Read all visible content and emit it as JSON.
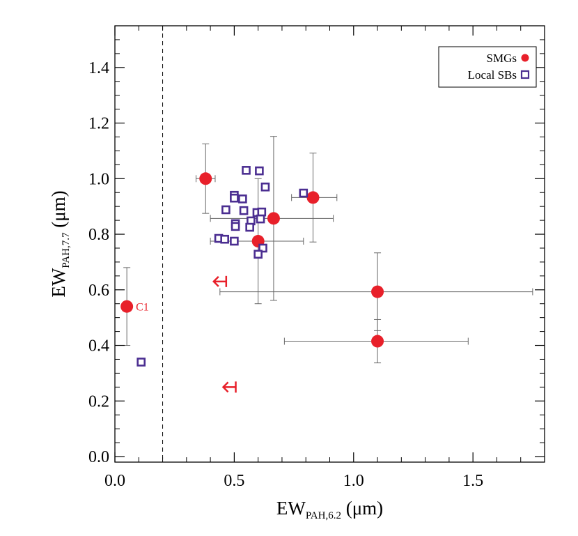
{
  "chart_data": {
    "type": "scatter",
    "xlabel": {
      "main": "EW",
      "sub": "PAH,6.2",
      "unit": " (μm)"
    },
    "ylabel": {
      "main": "EW",
      "sub": "PAH,7.7",
      "unit": " (μm)"
    },
    "xlim": [
      0.0,
      1.8
    ],
    "ylim": [
      -0.02,
      1.55
    ],
    "x_ticks": [
      {
        "v": 0.0,
        "label": "0.0"
      },
      {
        "v": 0.5,
        "label": "0.5"
      },
      {
        "v": 1.0,
        "label": "1.0"
      },
      {
        "v": 1.5,
        "label": "1.5"
      }
    ],
    "y_ticks": [
      {
        "v": 0.0,
        "label": "0.0"
      },
      {
        "v": 0.2,
        "label": "0.2"
      },
      {
        "v": 0.4,
        "label": "0.4"
      },
      {
        "v": 0.6,
        "label": "0.6"
      },
      {
        "v": 0.8,
        "label": "0.8"
      },
      {
        "v": 1.0,
        "label": "1.0"
      },
      {
        "v": 1.2,
        "label": "1.2"
      },
      {
        "v": 1.4,
        "label": "1.4"
      }
    ],
    "x_minor_step": 0.1,
    "y_minor_step": 0.05,
    "colors": {
      "smg": "#e8202a",
      "local_sb": "#4b2e91",
      "error_bar": "#666666",
      "axis": "#000000"
    },
    "legend": {
      "position": "top-right",
      "entries": [
        {
          "label": "SMGs",
          "marker": "filled-circle"
        },
        {
          "label": "Local SBs",
          "marker": "open-square"
        }
      ]
    },
    "reference_line": {
      "x": 0.2,
      "style": "dashed"
    },
    "series": [
      {
        "name": "SMGs",
        "marker": "filled-circle",
        "points": [
          {
            "x": 0.05,
            "y": 0.54,
            "xerr": [
              0,
              0
            ],
            "yerr": [
              0.14,
              0.14
            ],
            "label": "C1"
          },
          {
            "x": 0.38,
            "y": 1.0,
            "xerr": [
              0.04,
              0.04
            ],
            "yerr": [
              0.125,
              0.125
            ]
          },
          {
            "x": 0.6,
            "y": 0.775,
            "xerr": [
              0.2,
              0.19
            ],
            "yerr": [
              0.225,
              0.225
            ]
          },
          {
            "x": 0.665,
            "y": 0.857,
            "xerr": [
              0.265,
              0.25
            ],
            "yerr": [
              0.295,
              0.295
            ]
          },
          {
            "x": 0.83,
            "y": 0.932,
            "xerr": [
              0.09,
              0.1
            ],
            "yerr": [
              0.16,
              0.16
            ]
          },
          {
            "x": 1.1,
            "y": 0.593,
            "xerr": [
              0.66,
              0.65
            ],
            "yerr": [
              0.14,
              0.14
            ]
          },
          {
            "x": 1.1,
            "y": 0.415,
            "xerr": [
              0.39,
              0.38
            ],
            "yerr": [
              0.078,
              0.078
            ]
          }
        ]
      },
      {
        "name": "Local SBs",
        "marker": "open-square",
        "points": [
          {
            "x": 0.11,
            "y": 0.34
          },
          {
            "x": 0.55,
            "y": 1.03
          },
          {
            "x": 0.605,
            "y": 1.028
          },
          {
            "x": 0.63,
            "y": 0.97
          },
          {
            "x": 0.79,
            "y": 0.948
          },
          {
            "x": 0.5,
            "y": 0.94
          },
          {
            "x": 0.5,
            "y": 0.93
          },
          {
            "x": 0.535,
            "y": 0.927
          },
          {
            "x": 0.465,
            "y": 0.888
          },
          {
            "x": 0.54,
            "y": 0.885
          },
          {
            "x": 0.595,
            "y": 0.878
          },
          {
            "x": 0.615,
            "y": 0.88
          },
          {
            "x": 0.57,
            "y": 0.848
          },
          {
            "x": 0.61,
            "y": 0.855
          },
          {
            "x": 0.505,
            "y": 0.838
          },
          {
            "x": 0.505,
            "y": 0.828
          },
          {
            "x": 0.565,
            "y": 0.825
          },
          {
            "x": 0.435,
            "y": 0.785
          },
          {
            "x": 0.46,
            "y": 0.782
          },
          {
            "x": 0.5,
            "y": 0.775
          },
          {
            "x": 0.62,
            "y": 0.75
          },
          {
            "x": 0.6,
            "y": 0.728
          }
        ]
      },
      {
        "name": "",
        "marker": "upper-limit-arrow-left",
        "points": [
          {
            "x": 0.44,
            "y": 0.63
          },
          {
            "x": 0.48,
            "y": 0.25
          }
        ]
      }
    ]
  }
}
